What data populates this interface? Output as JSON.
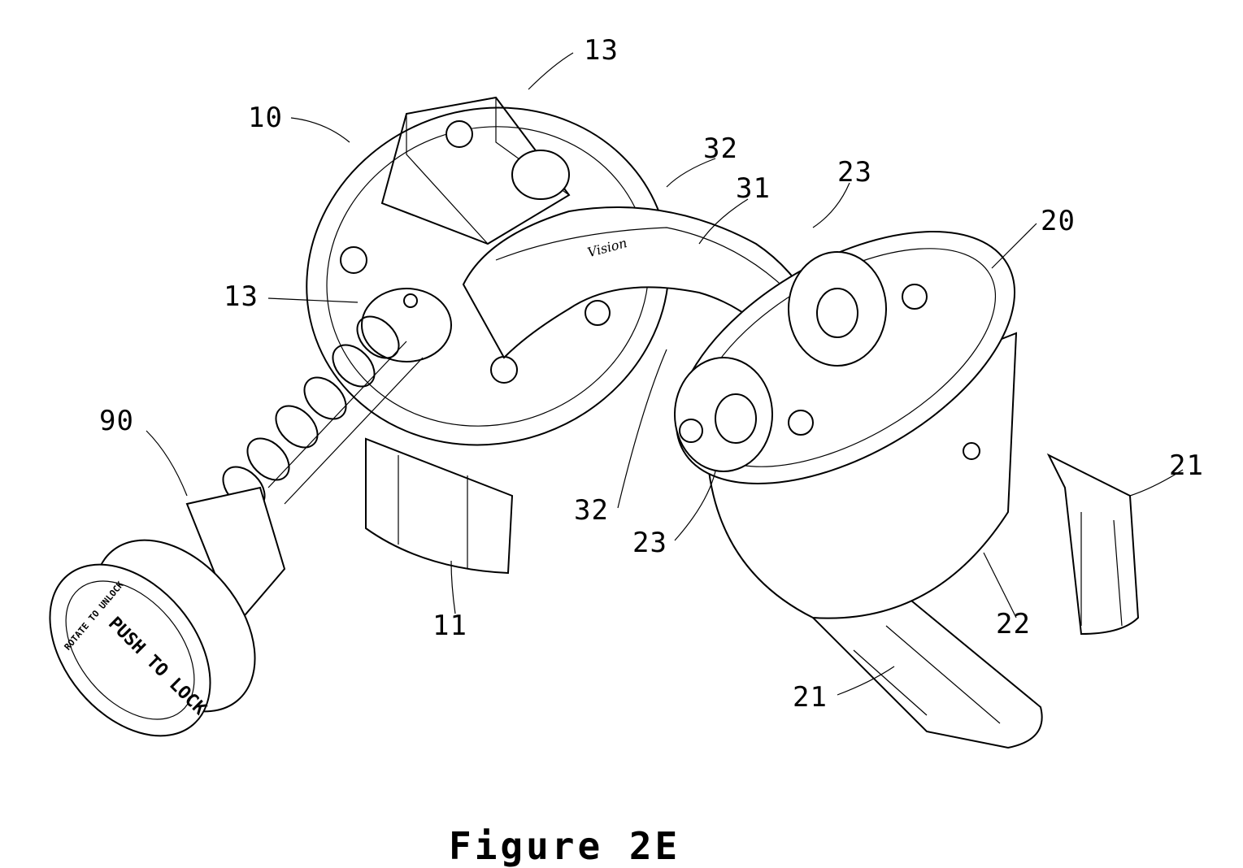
{
  "figure": {
    "caption": "Figure 2E",
    "labels": {
      "l13_top": "13",
      "l10": "10",
      "l32_top": "32",
      "l31": "31",
      "l23_top": "23",
      "l20": "20",
      "l13_left": "13",
      "l90": "90",
      "l21_right": "21",
      "l32_bottom": "32",
      "l23_bottom": "23",
      "l11": "11",
      "l22": "22",
      "l21_bottom": "21"
    },
    "knob_text": {
      "rim": "ROTATE TO UNLOCK",
      "face": "PUSH TO LOCK"
    },
    "logo": "Vision"
  }
}
